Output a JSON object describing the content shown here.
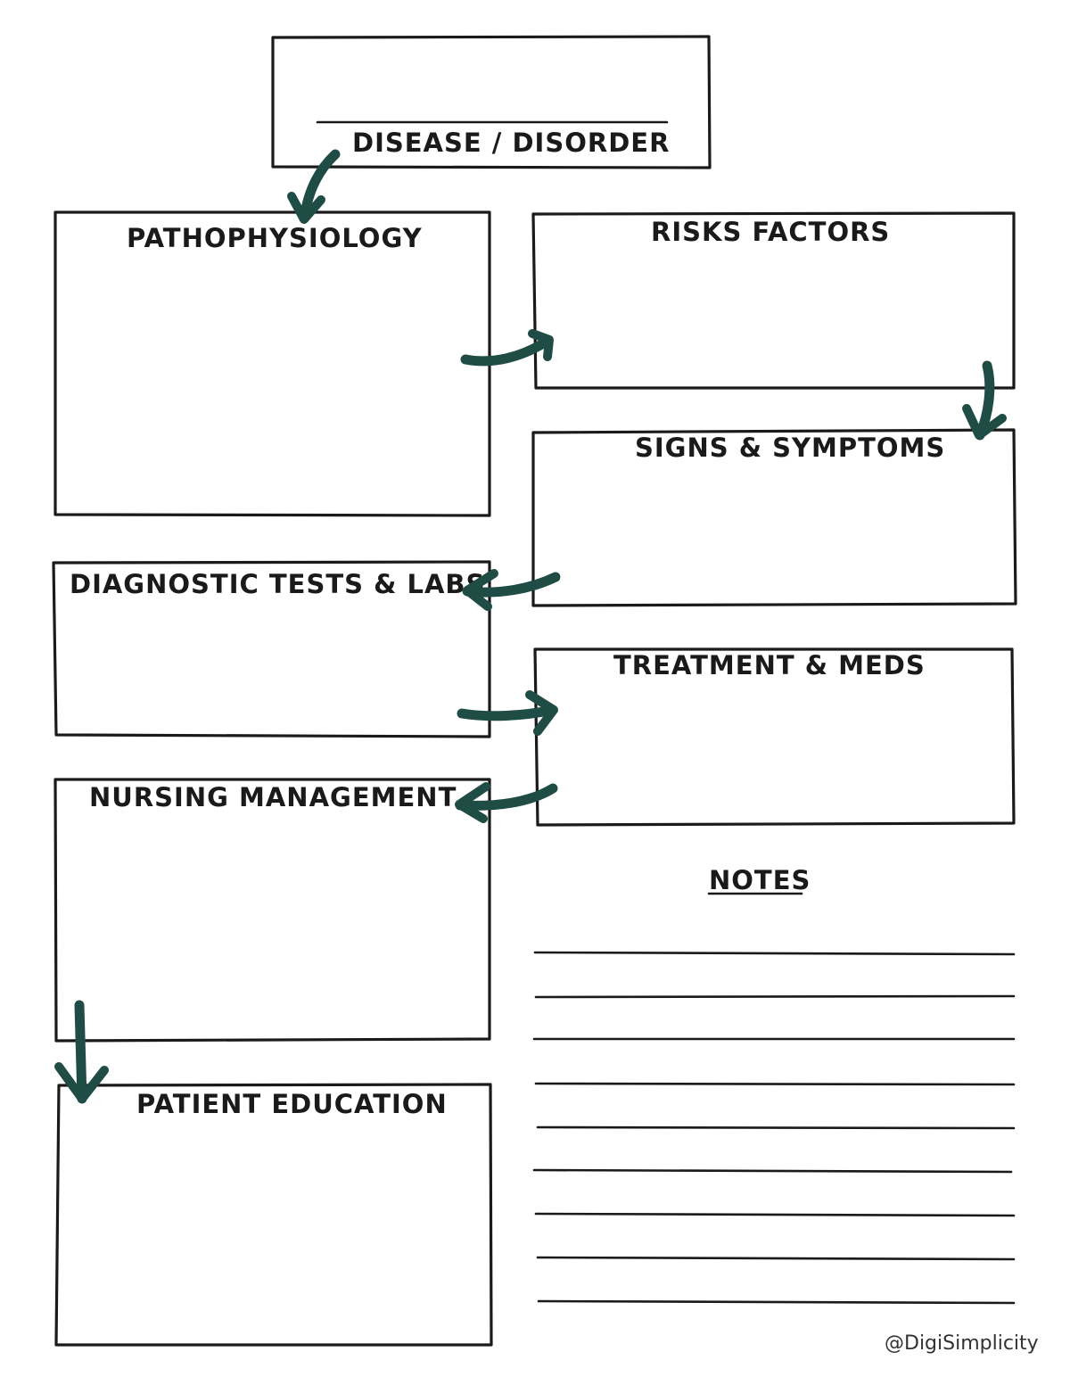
{
  "colors": {
    "ink": "#1a1a1a",
    "arrow": "#1f4d45"
  },
  "labels": {
    "disease": "DISEASE / DISORDER",
    "pathophysiology": "PATHOPHYSIOLOGY",
    "risk_factors": "RISKS FACTORS",
    "signs_symptoms": "SIGNS & SYMPTOMS",
    "diagnostic": "DIAGNOSTIC TESTS & LABS",
    "treatment": "TREATMENT & MEDS",
    "nursing": "NURSING MANAGEMENT",
    "notes": "NOTES",
    "patient_education": "PATIENT EDUCATION"
  },
  "credit": "@DigiSimplicity"
}
